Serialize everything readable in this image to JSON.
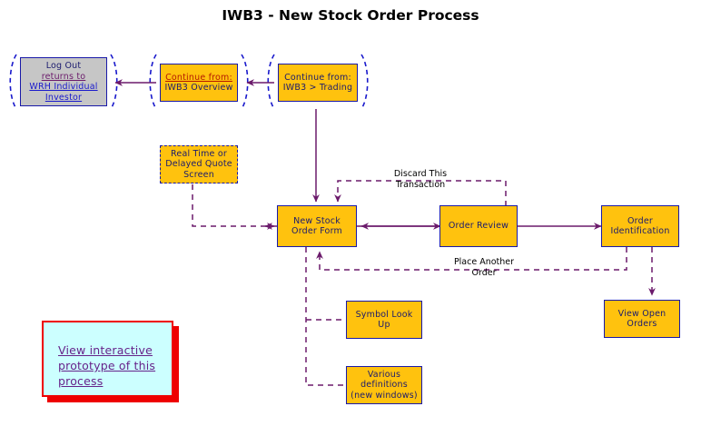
{
  "title": "IWB3 - New Stock Order Process",
  "colors": {
    "node_fill": "#FFC20E",
    "node_border": "#1919a8",
    "gray_fill": "#c6c6c6",
    "note_fill": "#ccffff",
    "note_border": "#ee0000",
    "edge": "#6b1a6b",
    "bracket": "#1919cc"
  },
  "nodes": {
    "logout": {
      "line1": "Log Out",
      "line2": "returns to",
      "line3": "WRH Individual",
      "line4": "Investor"
    },
    "continue_overview": {
      "line1": "Continue from:",
      "line2": "IWB3 Overview"
    },
    "continue_trading": {
      "line1": "Continue from:",
      "line2": "IWB3 > Trading"
    },
    "quote_screen": {
      "line1": "Real Time or",
      "line2": "Delayed Quote",
      "line3": "Screen"
    },
    "new_stock_order_form": {
      "line1": "New Stock",
      "line2": "Order Form"
    },
    "order_review": {
      "line1": "Order Review"
    },
    "order_identification": {
      "line1": "Order",
      "line2": "Identification"
    },
    "view_open_orders": {
      "line1": "View Open",
      "line2": "Orders"
    },
    "symbol_look_up": {
      "line1": "Symbol Look",
      "line2": "Up"
    },
    "various_definitions": {
      "line1": "Various",
      "line2": "definitions",
      "line3": "(new windows)"
    },
    "prototype_note": {
      "line1": "View interactive",
      "line2": "prototype of this",
      "line3": "process"
    }
  },
  "edge_labels": {
    "discard": "Discard This\nTransaction",
    "place_another": "Place Another\nOrder"
  }
}
